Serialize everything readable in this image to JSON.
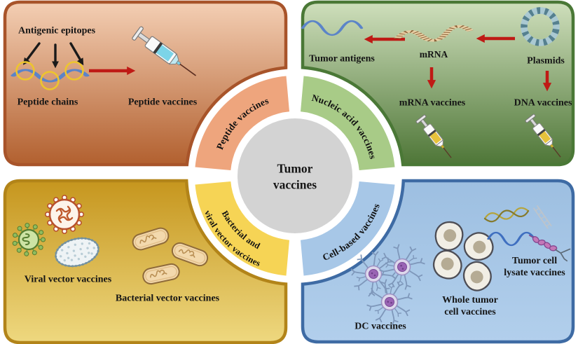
{
  "hub": {
    "title_line1": "Tumor",
    "title_line2": "vaccines",
    "arc_peptide_label": "Peptide vaccines",
    "arc_nucleic_label": "Nucleic acid vaccines",
    "arc_vector_label_line1": "Bacterial and",
    "arc_vector_label_line2": "viral vector vaccines",
    "arc_cell_label": "Cell-based vaccines"
  },
  "peptide_quadrant": {
    "antigenic_epitopes": "Antigenic epitopes",
    "peptide_chains": "Peptide chains",
    "peptide_vaccines": "Peptide vaccines"
  },
  "nucleic_quadrant": {
    "tumor_antigens": "Tumor antigens",
    "mrna": "mRNA",
    "plasmids": "Plasmids",
    "mrna_vaccines": "mRNA vaccines",
    "dna_vaccines": "DNA vaccines"
  },
  "vector_quadrant": {
    "viral_vector_vaccines": "Viral vector vaccines",
    "bacterial_vector_vaccines": "Bacterial vector vaccines"
  },
  "cell_quadrant": {
    "dc_vaccines": "DC vaccines",
    "whole_tumor_line1": "Whole tumor",
    "whole_tumor_line2": "cell vaccines",
    "lysate_line1": "Tumor cell",
    "lysate_line2": "lysate vaccines"
  },
  "icons": {
    "peptide_chain": "wavy peptide chain with epitope circles",
    "syringe": "syringe",
    "tumor_antigen_wave": "blue antigen wave",
    "mrna_strand": "mRNA strand",
    "plasmid_ring": "circular plasmid DNA ring",
    "virus_red_ring": "enveloped virus with RNA segments",
    "virus_green_spiked": "spiked green virus",
    "virus_oval": "oval textured virus",
    "bacterium": "bacterium pill with DNA",
    "dendritic_cell": "dendritic cell",
    "tumor_cell": "whole tumor cell",
    "dna_helix": "DNA helix fragment",
    "dna_fragments": "gray DNA fragment",
    "protein_helix": "purple protein helix with fork"
  },
  "colors": {
    "card_peptide_border": "#a8542a",
    "card_peptide_top": "#f4cfb4",
    "card_peptide_bottom": "#b2602f",
    "card_nucleic_border": "#4a7836",
    "card_nucleic_top": "#cfdfbc",
    "card_nucleic_bottom": "#4e7637",
    "card_vector_border": "#b28419",
    "card_vector_top": "#c6961e",
    "card_vector_bottom": "#eed87f",
    "card_cell_border": "#3e6ba4",
    "card_cell_top": "#9dbfe1",
    "card_cell_bottom": "#b2cfec",
    "arc_peptide": "#eea57d",
    "arc_nucleic": "#a8cb87",
    "arc_vector": "#f6d455",
    "arc_cell": "#a7c7e7",
    "hub_circle": "#d3d3d3",
    "arrow_red": "#bf1a15",
    "arrow_black": "#1a1a1a"
  }
}
